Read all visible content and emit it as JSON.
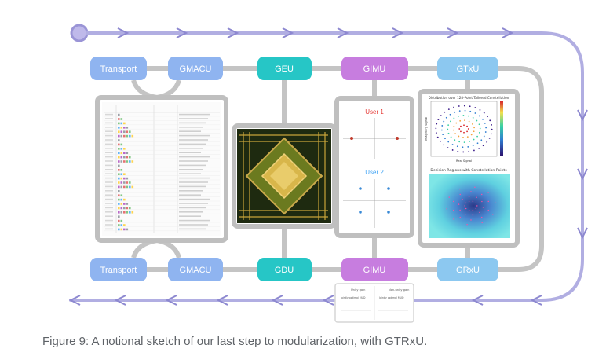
{
  "blocks": {
    "top": [
      {
        "label": "Transport",
        "color": "#8fb4f0"
      },
      {
        "label": "GMACU",
        "color": "#8fb4f0"
      },
      {
        "label": "GEU",
        "color": "#26c6c6"
      },
      {
        "label": "GIMU",
        "color": "#c77ddf"
      },
      {
        "label": "GTxU",
        "color": "#8cc8f0"
      }
    ],
    "bottom": [
      {
        "label": "Transport",
        "color": "#8fb4f0"
      },
      {
        "label": "GMACU",
        "color": "#8fb4f0"
      },
      {
        "label": "GDU",
        "color": "#26c6c6"
      },
      {
        "label": "GIMU",
        "color": "#c77ddf"
      },
      {
        "label": "GRxU",
        "color": "#8cc8f0"
      }
    ]
  },
  "panels": {
    "users": {
      "user1": "User 1",
      "user2": "User 2"
    },
    "plots": {
      "top_title": "Distribution over 128-Point Tailored Constellation",
      "top_xlabel": "Real Signal",
      "top_ylabel": "Imaginary Signal",
      "bottom_title": "Decision Regions with Constellation Points"
    },
    "bottom_snippet": {
      "left_title": "Unity gain",
      "right_title": "Non-unity gain",
      "left_sub": "Jointly optimal MUD",
      "right_sub": "Jointly optimal MUD"
    }
  },
  "colors": {
    "flow_line": "#a9a5dc",
    "connector": "#c4c4c4",
    "panel_border": "#bfbfbf"
  },
  "caption": "Figure 9: A notional sketch of our last step to modularization, with GTRxU."
}
